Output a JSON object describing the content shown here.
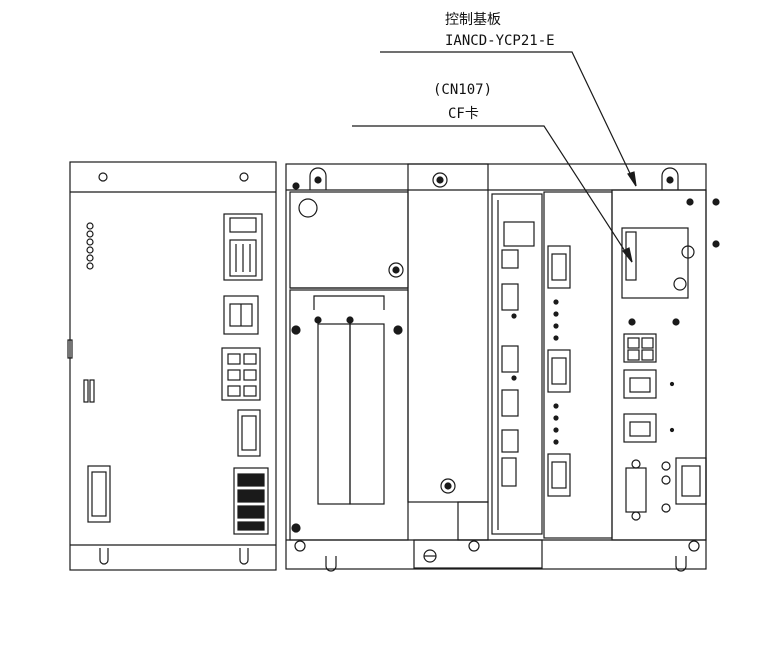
{
  "callouts": {
    "board_name": "控制基板",
    "board_model": "IANCD-YCP21-E",
    "slot_connector": "(CN107)",
    "slot_name": "CF卡"
  },
  "colors": {
    "line": "#1a1a1a",
    "background": "#ffffff"
  }
}
